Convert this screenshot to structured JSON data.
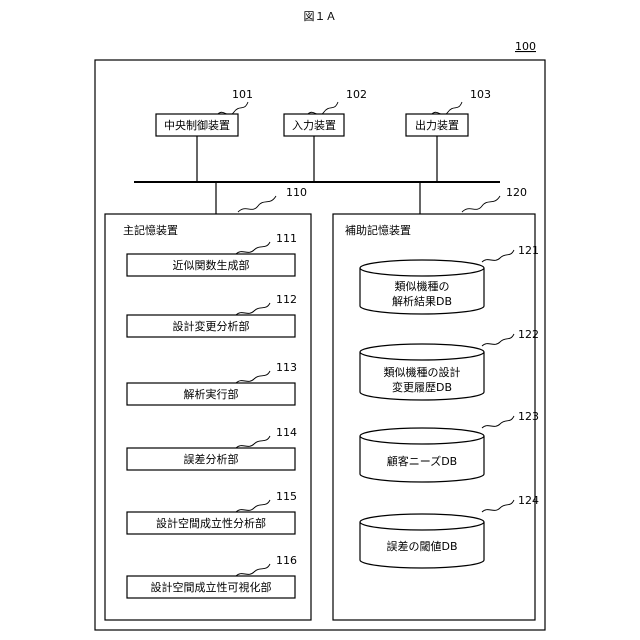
{
  "figure_title": "図１Ａ",
  "system": {
    "ref": "100"
  },
  "top_units": [
    {
      "ref": "101",
      "label": "中央制御装置"
    },
    {
      "ref": "102",
      "label": "入力装置"
    },
    {
      "ref": "103",
      "label": "出力装置"
    }
  ],
  "main_storage": {
    "ref": "110",
    "label": "主記憶装置",
    "modules": [
      {
        "ref": "111",
        "label": "近似関数生成部"
      },
      {
        "ref": "112",
        "label": "設計変更分析部"
      },
      {
        "ref": "113",
        "label": "解析実行部"
      },
      {
        "ref": "114",
        "label": "誤差分析部"
      },
      {
        "ref": "115",
        "label": "設計空間成立性分析部"
      },
      {
        "ref": "116",
        "label": "設計空間成立性可視化部"
      }
    ]
  },
  "aux_storage": {
    "ref": "120",
    "label": "補助記憶装置",
    "databases": [
      {
        "ref": "121",
        "line1": "類似機種の",
        "line2": "解析結果DB"
      },
      {
        "ref": "122",
        "line1": "類似機種の設計",
        "line2": "変更履歴DB"
      },
      {
        "ref": "123",
        "line1": "顧客ニーズDB",
        "line2": ""
      },
      {
        "ref": "124",
        "line1": "誤差の閾値DB",
        "line2": ""
      }
    ]
  }
}
